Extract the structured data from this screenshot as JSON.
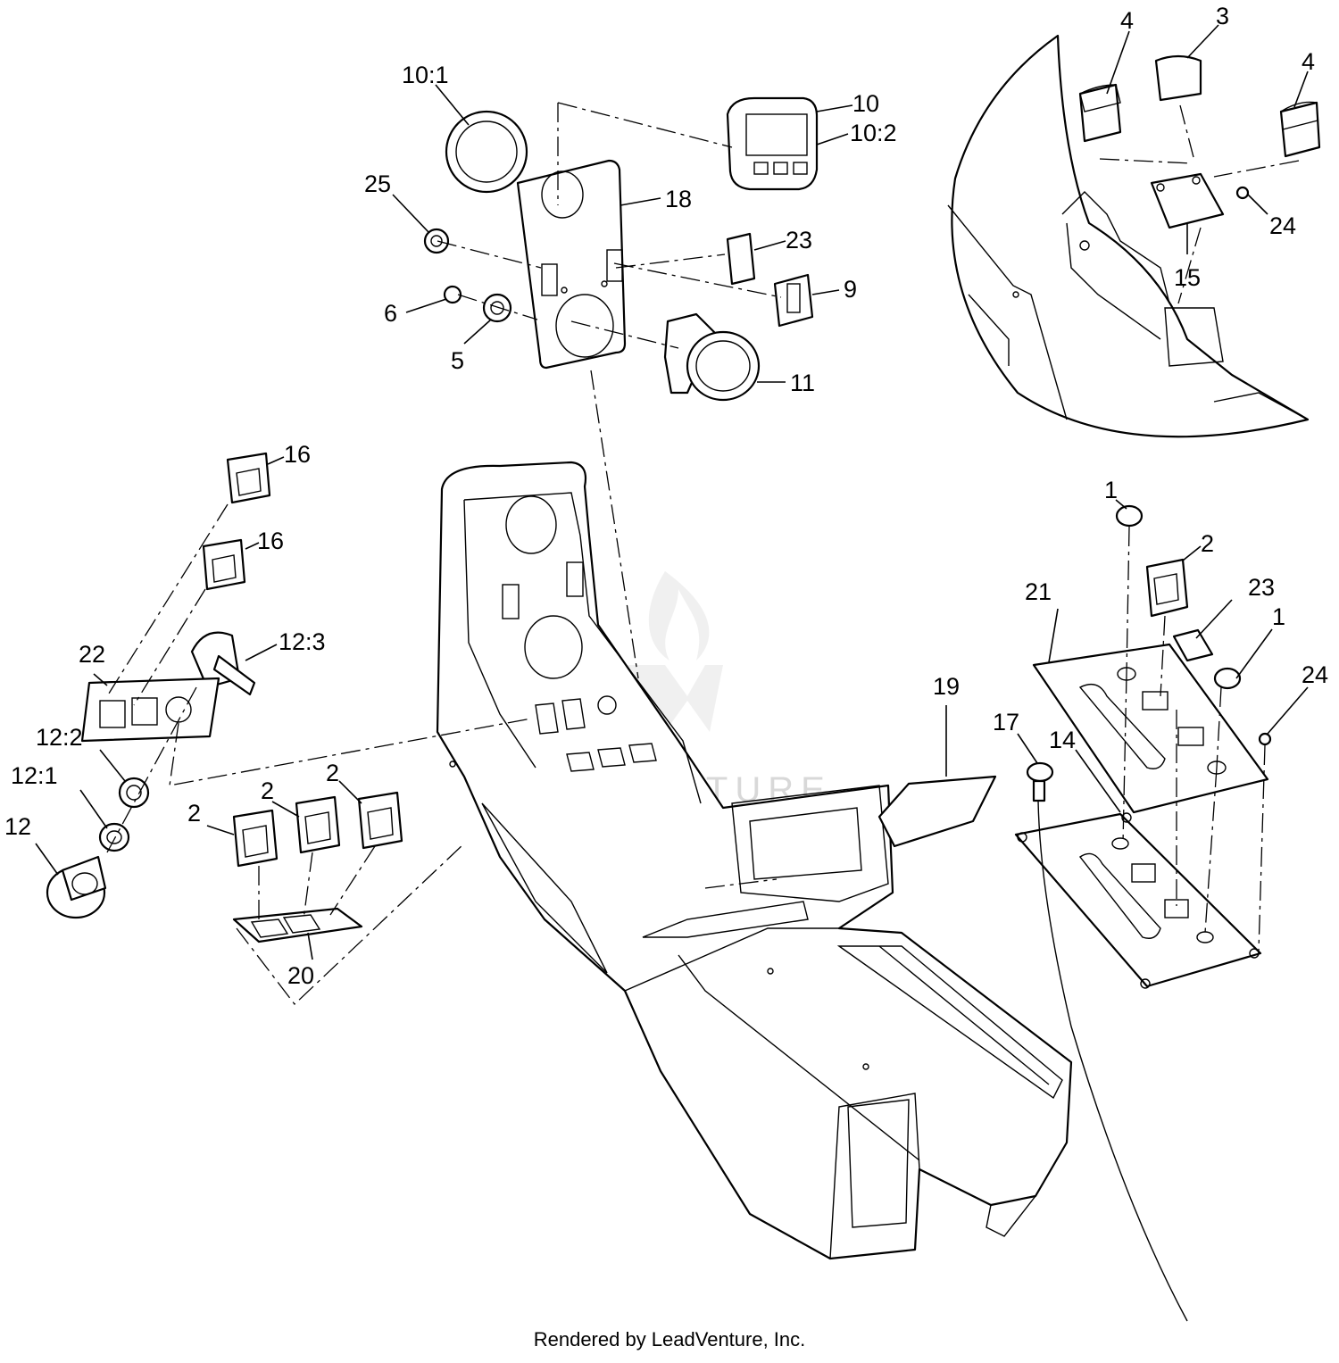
{
  "callouts": [
    {
      "id": "c-10-1",
      "label": "10:1"
    },
    {
      "id": "c-10",
      "label": "10"
    },
    {
      "id": "c-10-2",
      "label": "10:2"
    },
    {
      "id": "c-25",
      "label": "25"
    },
    {
      "id": "c-18",
      "label": "18"
    },
    {
      "id": "c-23a",
      "label": "23"
    },
    {
      "id": "c-9",
      "label": "9"
    },
    {
      "id": "c-6",
      "label": "6"
    },
    {
      "id": "c-5",
      "label": "5"
    },
    {
      "id": "c-11",
      "label": "11"
    },
    {
      "id": "c-4a",
      "label": "4"
    },
    {
      "id": "c-3",
      "label": "3"
    },
    {
      "id": "c-4b",
      "label": "4"
    },
    {
      "id": "c-24a",
      "label": "24"
    },
    {
      "id": "c-15",
      "label": "15"
    },
    {
      "id": "c-16a",
      "label": "16"
    },
    {
      "id": "c-16b",
      "label": "16"
    },
    {
      "id": "c-12-3",
      "label": "12:3"
    },
    {
      "id": "c-22",
      "label": "22"
    },
    {
      "id": "c-12-2",
      "label": "12:2"
    },
    {
      "id": "c-12-1",
      "label": "12:1"
    },
    {
      "id": "c-12",
      "label": "12"
    },
    {
      "id": "c-2a",
      "label": "2"
    },
    {
      "id": "c-2b",
      "label": "2"
    },
    {
      "id": "c-2c",
      "label": "2"
    },
    {
      "id": "c-20",
      "label": "20"
    },
    {
      "id": "c-1a",
      "label": "1"
    },
    {
      "id": "c-2d",
      "label": "2"
    },
    {
      "id": "c-21",
      "label": "21"
    },
    {
      "id": "c-23b",
      "label": "23"
    },
    {
      "id": "c-1b",
      "label": "1"
    },
    {
      "id": "c-24b",
      "label": "24"
    },
    {
      "id": "c-19",
      "label": "19"
    },
    {
      "id": "c-17",
      "label": "17"
    },
    {
      "id": "c-14",
      "label": "14"
    }
  ],
  "watermark": "LEADVENTURE",
  "footer": "Rendered by LeadVenture, Inc."
}
